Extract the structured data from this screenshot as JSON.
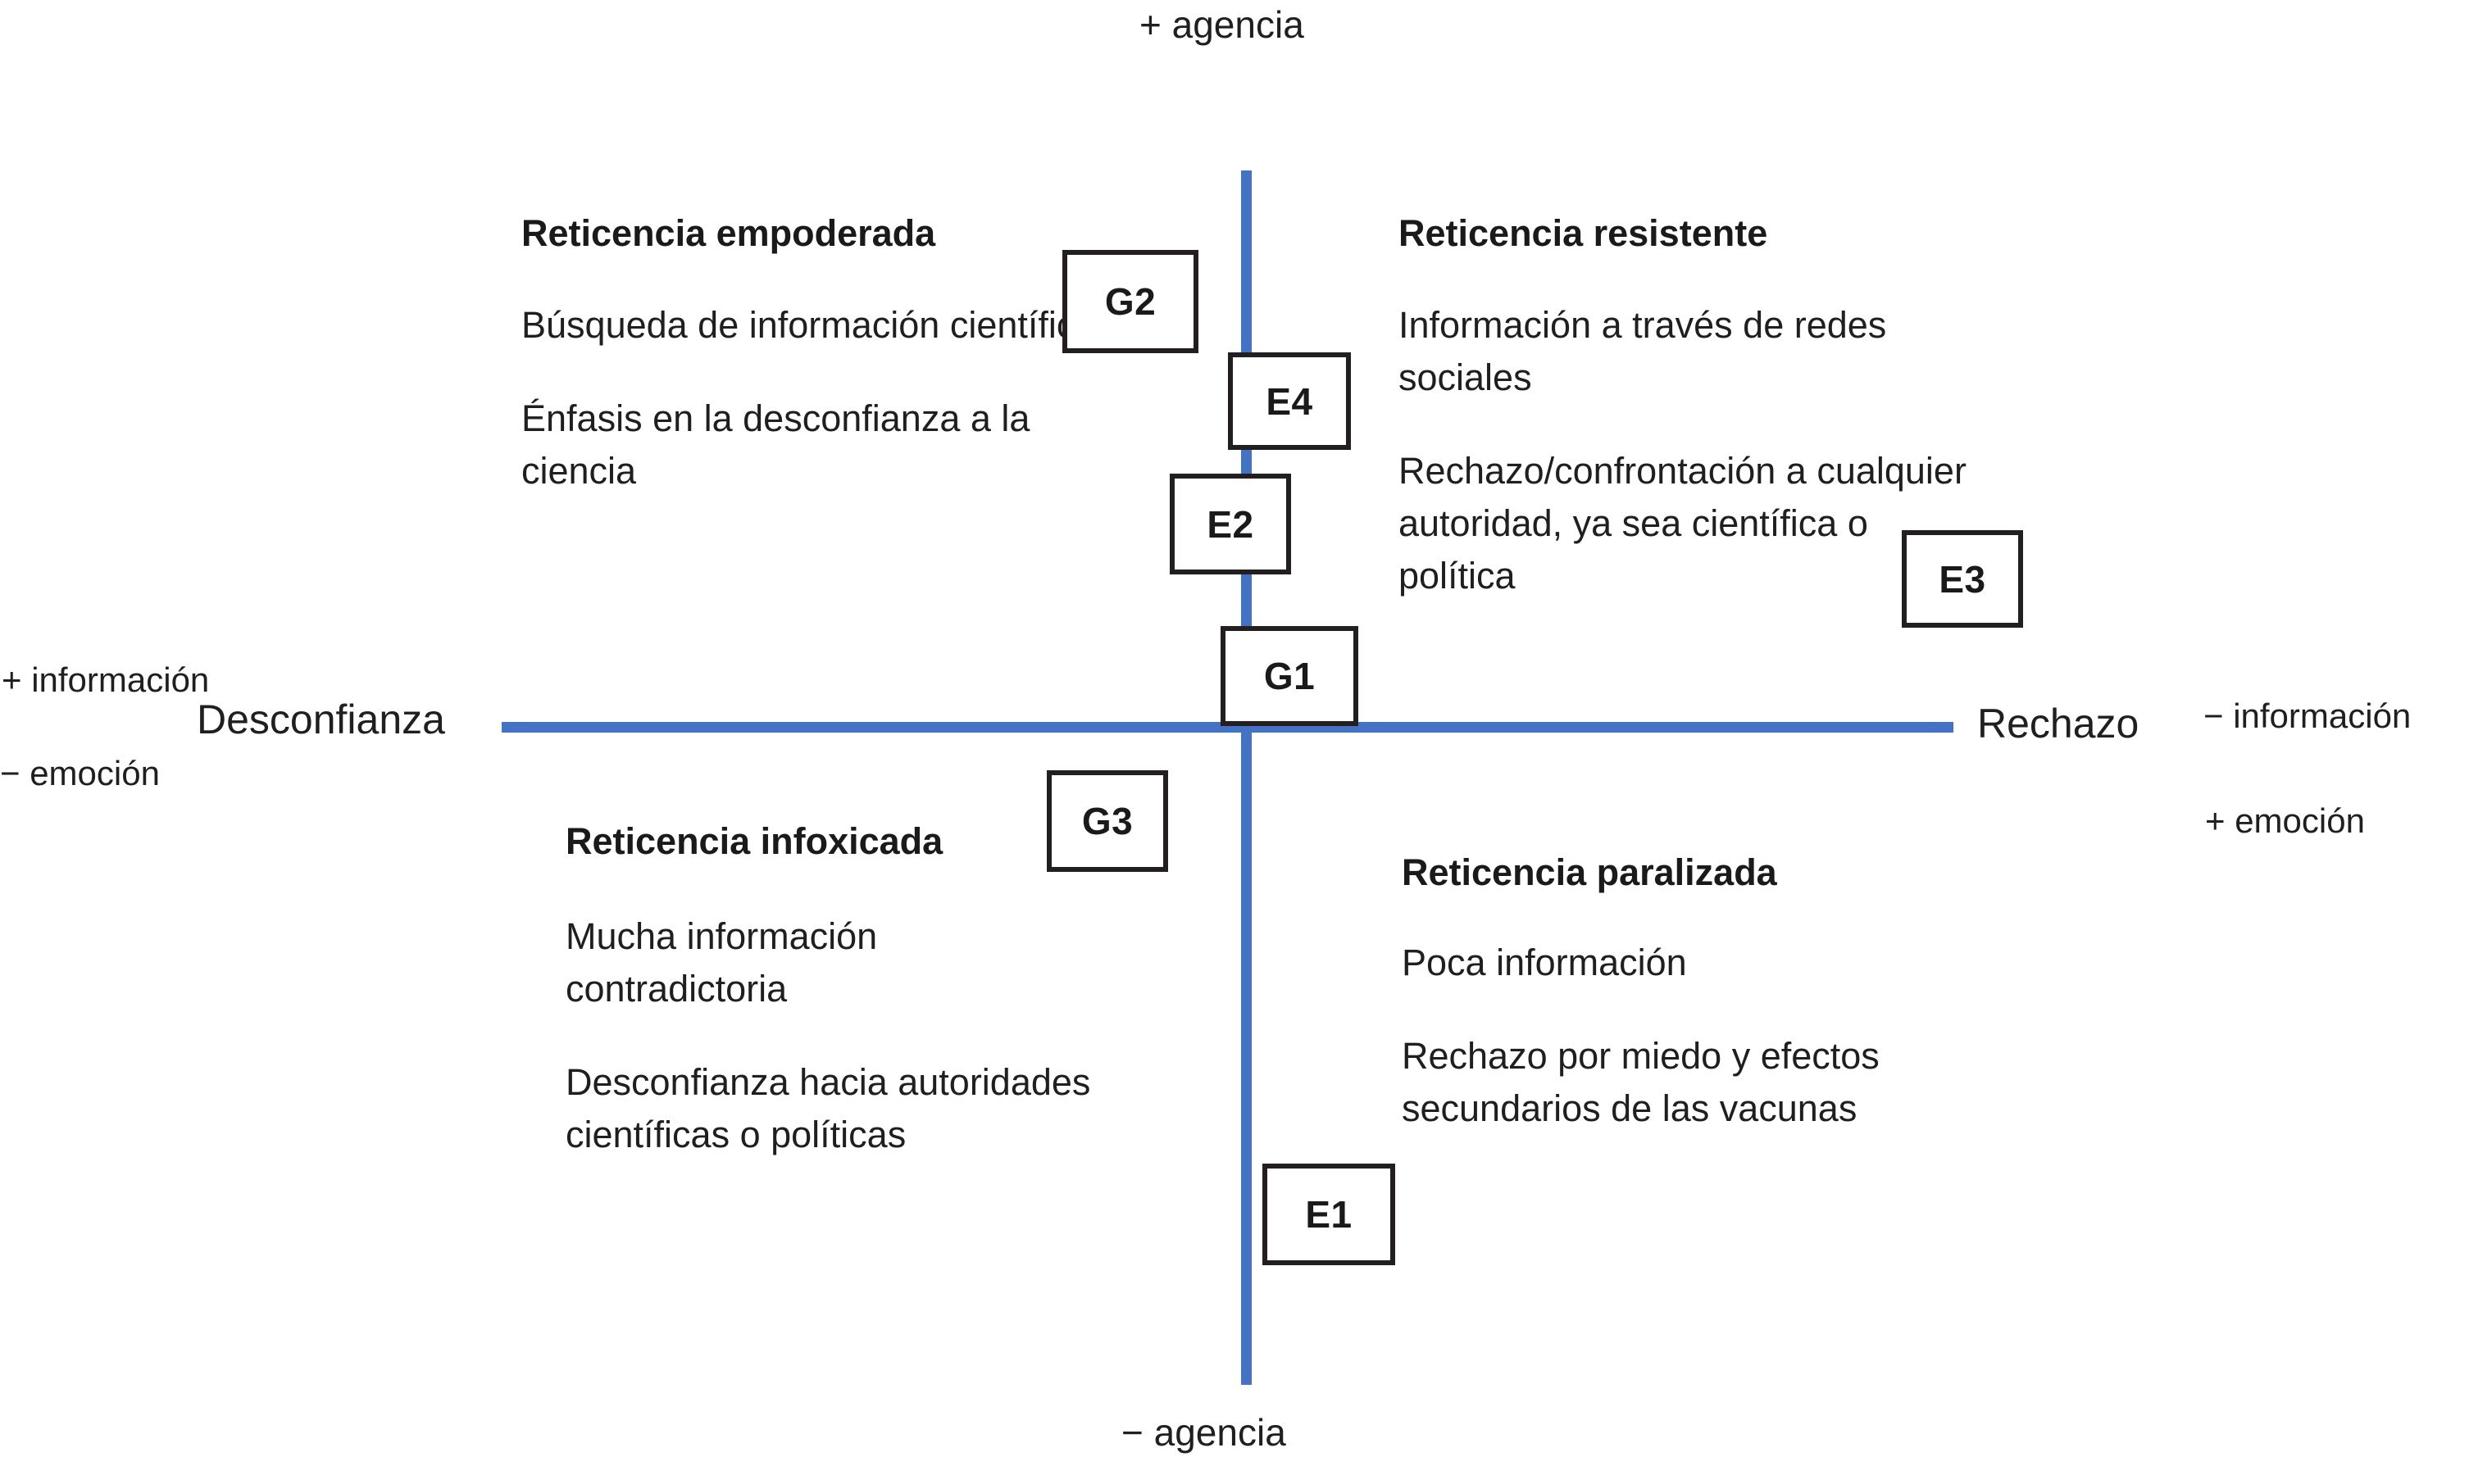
{
  "axes": {
    "top_pole": "+ agencia",
    "bottom_pole": "− agencia",
    "left_axis_name": "Desconfianza",
    "right_axis_name": "Rechazo",
    "left_sub_top": "+ información",
    "left_sub_bottom": "− emoción",
    "right_sub_top": "− información",
    "right_sub_bottom": "+ emoción",
    "line_color": "#4472C4"
  },
  "quadrants": {
    "top_left": {
      "title": "Reticencia empoderada",
      "items": [
        "Búsqueda de información científica",
        "Énfasis en la desconfianza a la ciencia"
      ]
    },
    "top_right": {
      "title": "Reticencia resistente",
      "items": [
        "Información a través de redes sociales",
        "Rechazo/confrontación a cualquier autoridad, ya sea científica o política"
      ]
    },
    "bottom_left": {
      "title": "Reticencia infoxicada",
      "items": [
        "Mucha información contradictoria",
        "Desconfianza hacia autoridades científicas o políticas"
      ]
    },
    "bottom_right": {
      "title": "Reticencia paralizada",
      "items": [
        "Poca información",
        "Rechazo por miedo y efectos secundarios de las vacunas"
      ]
    }
  },
  "nodes": [
    {
      "id": "g2",
      "label": "G2",
      "quadrant": "top_left"
    },
    {
      "id": "e4",
      "label": "E4",
      "quadrant": "top_right"
    },
    {
      "id": "e2",
      "label": "E2",
      "quadrant": "top_left"
    },
    {
      "id": "g1",
      "label": "G1",
      "quadrant": "top_right"
    },
    {
      "id": "e3",
      "label": "E3",
      "quadrant": "top_right"
    },
    {
      "id": "g3",
      "label": "G3",
      "quadrant": "bottom_left"
    },
    {
      "id": "e1",
      "label": "E1",
      "quadrant": "bottom_right"
    }
  ],
  "chart_data": {
    "type": "scatter",
    "title": "",
    "xlabel": "Desconfianza ↔ Rechazo",
    "ylabel": "− agencia ↔ + agencia",
    "x_axis": {
      "negative_end_label": "Desconfianza",
      "positive_end_label": "Rechazo",
      "negative_end_attributes": [
        "+ información",
        "− emoción"
      ],
      "positive_end_attributes": [
        "− información",
        "+ emoción"
      ]
    },
    "y_axis": {
      "positive_end_label": "+ agencia",
      "negative_end_label": "− agencia"
    },
    "quadrant_labels": [
      "Reticencia empoderada",
      "Reticencia resistente",
      "Reticencia infoxicada",
      "Reticencia paralizada"
    ],
    "points": [
      {
        "label": "G2",
        "x": -0.3,
        "y": 0.78,
        "quadrant": "Reticencia empoderada"
      },
      {
        "label": "E4",
        "x": 0.09,
        "y": 0.62,
        "quadrant": "Reticencia resistente"
      },
      {
        "label": "E2",
        "x": -0.06,
        "y": 0.43,
        "quadrant": "Reticencia empoderada"
      },
      {
        "label": "G1",
        "x": 0.08,
        "y": 0.17,
        "quadrant": "Reticencia resistente"
      },
      {
        "label": "E3",
        "x": 0.96,
        "y": 0.33,
        "quadrant": "Reticencia resistente"
      },
      {
        "label": "G3",
        "x": -0.27,
        "y": -0.08,
        "quadrant": "Reticencia infoxicada"
      },
      {
        "label": "E1",
        "x": 0.17,
        "y": -0.72,
        "quadrant": "Reticencia paralizada"
      }
    ],
    "grid": false,
    "legend": "none"
  }
}
